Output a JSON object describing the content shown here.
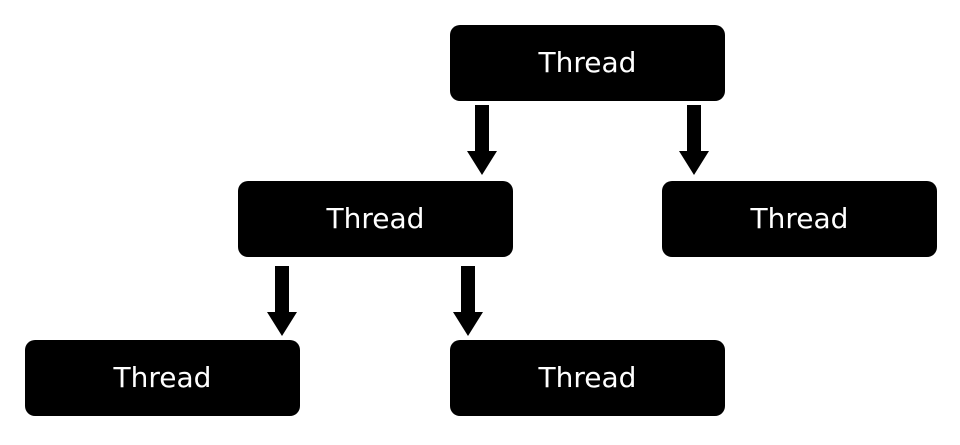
{
  "nodes": {
    "root": {
      "label": "Thread"
    },
    "left": {
      "label": "Thread"
    },
    "right": {
      "label": "Thread"
    },
    "left_left": {
      "label": "Thread"
    },
    "left_right": {
      "label": "Thread"
    }
  },
  "colors": {
    "node_fill": "#000000",
    "node_text": "#ffffff",
    "arrow": "#000000",
    "background": "#ffffff"
  }
}
